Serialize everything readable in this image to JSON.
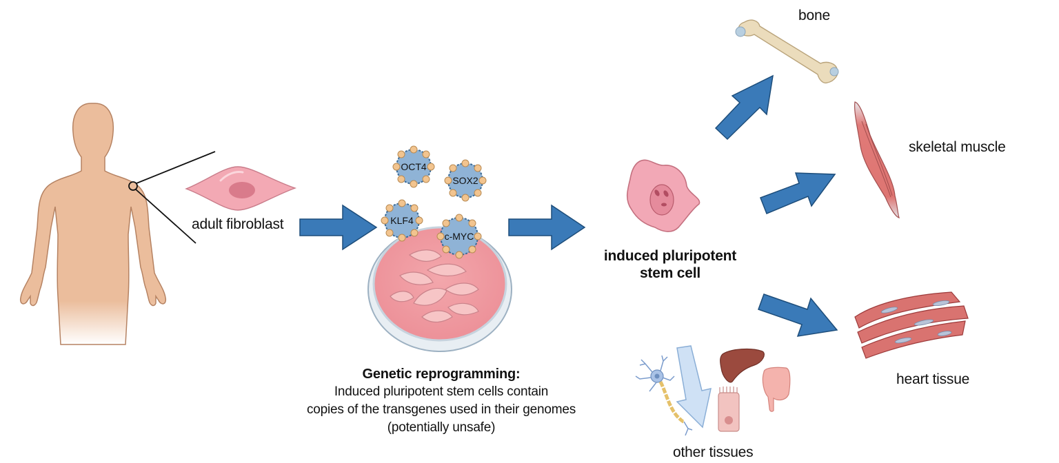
{
  "title": "Induced pluripotent stem cell generation and differentiation",
  "source_label": "adult fibroblast",
  "transcription_factors": [
    "OCT4",
    "SOX2",
    "KLF4",
    "c-MYC"
  ],
  "reprogramming_caption": {
    "title": "Genetic reprogramming:",
    "lines": [
      "Induced pluripotent stem cells contain",
      "copies of the transgenes used in their genomes",
      "(potentially unsafe)"
    ]
  },
  "ipsc_label": [
    "induced pluripotent",
    "stem cell"
  ],
  "targets": {
    "bone": "bone",
    "skeletal_muscle": "skeletal muscle",
    "heart_tissue": "heart tissue",
    "other_tissues": "other tissues"
  },
  "colors": {
    "arrow_fill": "#3a7ab8",
    "arrow_stroke": "#1d4d7a",
    "light_arrow_fill": "#cfe1f5",
    "skin": "#ebbd9c",
    "cell_pink": "#f0a9b3",
    "tf_blue": "#8fb3d6",
    "tf_bead": "#f2c48f"
  }
}
